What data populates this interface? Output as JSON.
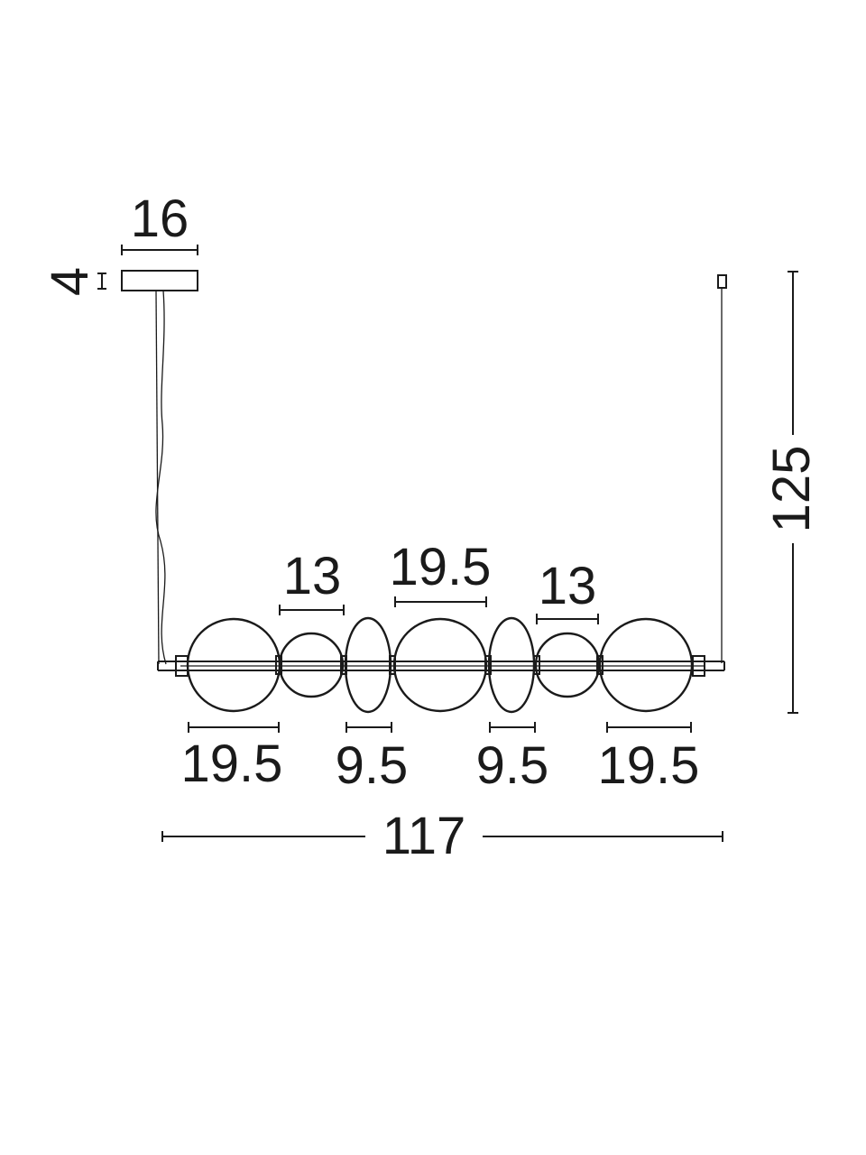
{
  "dimensions": {
    "canopy_width": "16",
    "canopy_height": "4",
    "total_height": "125",
    "total_length": "117",
    "top": [
      {
        "label": "13"
      },
      {
        "label": "19.5"
      },
      {
        "label": "13"
      }
    ],
    "bottom": [
      {
        "label": "19.5"
      },
      {
        "label": "9.5"
      },
      {
        "label": "9.5"
      },
      {
        "label": "19.5"
      }
    ]
  },
  "colors": {
    "ink": "#1a1a1a",
    "background": "#ffffff"
  }
}
